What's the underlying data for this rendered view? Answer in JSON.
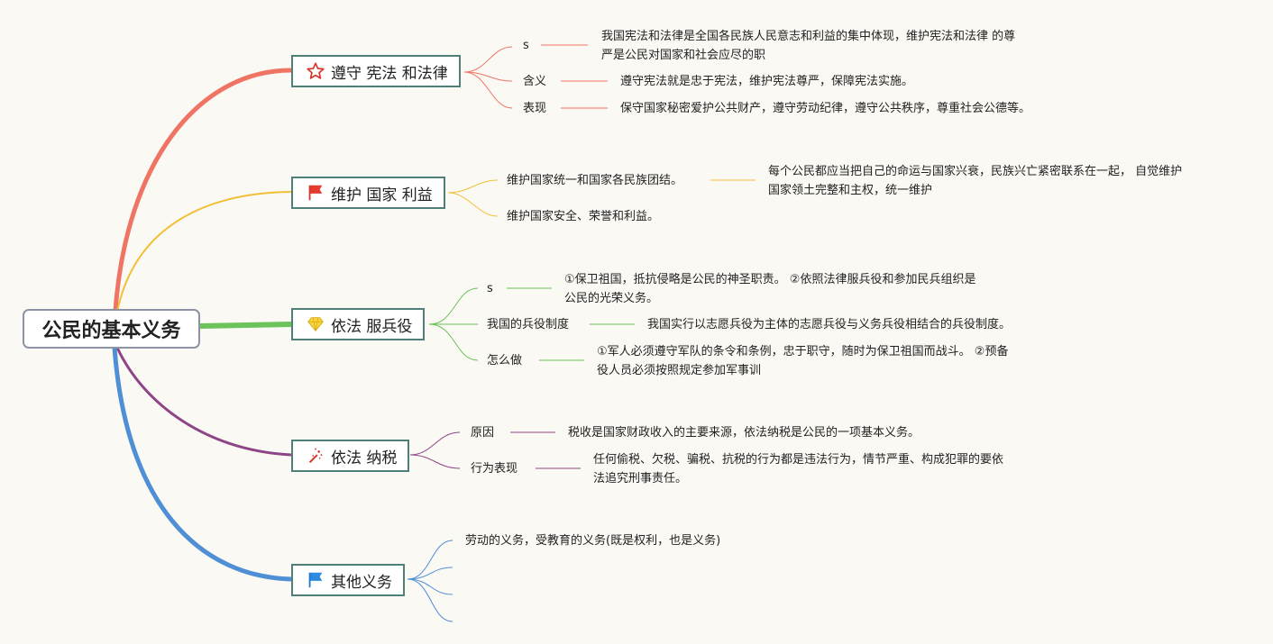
{
  "root": {
    "label": "公民的基本义务"
  },
  "colors": {
    "branch1": "#f07464",
    "branch2": "#f2c037",
    "branch3": "#6cc35a",
    "branch4": "#8d4588",
    "branch5": "#4e8fd6",
    "topic_border": "#4e7f79"
  },
  "branches": [
    {
      "icon": "star-icon",
      "label": "遵守 宪法 和法律",
      "children": [
        {
          "label": "s",
          "detail": [
            "我国宪法和法律是全国各民族人民意志和利益的集中体现，维护宪法和法律 的尊",
            "严是公民对国家和社会应尽的职"
          ]
        },
        {
          "label": "含义",
          "detail": [
            "遵守宪法就是忠于宪法，维护宪法尊严，保障宪法实施。"
          ]
        },
        {
          "label": "表现",
          "detail": [
            "保守国家秘密爱护公共财产，遵守劳动纪律，遵守公共秩序，尊重社会公德等。"
          ]
        }
      ]
    },
    {
      "icon": "red-flag-icon",
      "label": "维护 国家 利益",
      "children": [
        {
          "label": "维护国家统一和国家各民族团结。",
          "detail": [
            "每个公民都应当把自己的命运与国家兴衰，民族兴亡紧密联系在一起， 自觉维护",
            "国家领土完整和主权，统一维护"
          ]
        },
        {
          "label": "维护国家安全、荣誉和利益。",
          "detail": []
        }
      ]
    },
    {
      "icon": "diamond-icon",
      "label": "依法 服兵役",
      "children": [
        {
          "label": "s",
          "detail": [
            "①保卫祖国，抵抗侵略是公民的神圣职责。 ②依照法律服兵役和参加民兵组织是",
            "公民的光荣义务。"
          ]
        },
        {
          "label": "我国的兵役制度",
          "detail": [
            "我国实行以志愿兵役为主体的志愿兵役与义务兵役相结合的兵役制度。"
          ]
        },
        {
          "label": "怎么做",
          "detail": [
            "①军人必须遵守军队的条令和条例，忠于职守，随时为保卫祖国而战斗。 ②预备",
            "役人员必须按照规定参加军事训"
          ]
        }
      ]
    },
    {
      "icon": "magic-wand-icon",
      "label": "依法 纳税",
      "children": [
        {
          "label": "原因",
          "detail": [
            "税收是国家财政收入的主要来源，依法纳税是公民的一项基本义务。"
          ]
        },
        {
          "label": "行为表现",
          "detail": [
            "任何偷税、欠税、骗税、抗税的行为都是违法行为，情节严重、构成犯罪的要依",
            "法追究刑事责任。"
          ]
        }
      ]
    },
    {
      "icon": "blue-flag-icon",
      "label": "其他义务",
      "children": [
        {
          "label": "劳动的义务，受教育的义务(既是权利，也是义务)",
          "detail": []
        },
        {
          "label": "",
          "detail": []
        },
        {
          "label": "",
          "detail": []
        },
        {
          "label": "",
          "detail": []
        }
      ]
    }
  ]
}
